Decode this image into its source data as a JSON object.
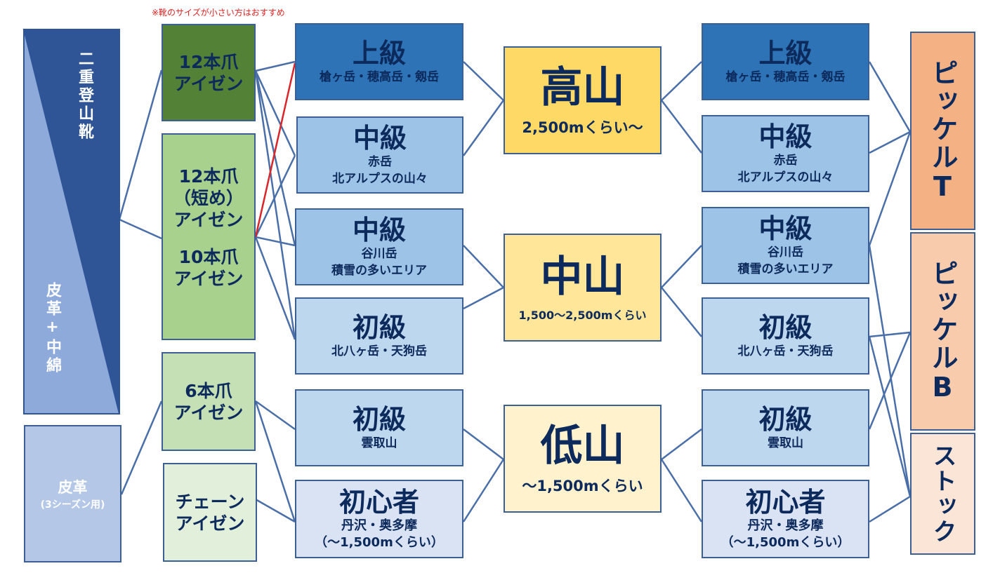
{
  "note": "※靴のサイズが小さい方はおすすめ",
  "boots": {
    "top": "二重登山靴",
    "bottom": "皮革+中綿",
    "leather": "皮革",
    "leather_sub": "(3シーズン用)"
  },
  "crampons": {
    "c12": "12本爪\nアイゼン",
    "c12short": "12本爪\n（短め）\nアイゼン",
    "c10": "10本爪\nアイゼン",
    "c6": "6本爪\nアイゼン",
    "chain": "チェーン\nアイゼン"
  },
  "routes_left": [
    {
      "level": "上級",
      "places": "槍ヶ岳・穂高岳・剱岳"
    },
    {
      "level": "中級",
      "places": "赤岳\n北アルプスの山々"
    },
    {
      "level": "中級",
      "places": "谷川岳\n積雪の多いエリア"
    },
    {
      "level": "初級",
      "places": "北八ヶ岳・天狗岳"
    },
    {
      "level": "初級",
      "places": "雲取山"
    },
    {
      "level": "初心者",
      "places": "丹沢・奥多摩\n（～1,500mくらい）"
    }
  ],
  "mountains": [
    {
      "name": "高山",
      "altitude": "2,500mくらい～"
    },
    {
      "name": "中山",
      "altitude": "1,500～2,500mくらい"
    },
    {
      "name": "低山",
      "altitude": "～1,500mくらい"
    }
  ],
  "routes_right": [
    {
      "level": "上級",
      "places": "槍ヶ岳・穂高岳・剱岳"
    },
    {
      "level": "中級",
      "places": "赤岳\n北アルプスの山々"
    },
    {
      "level": "中級",
      "places": "谷川岳\n積雪の多いエリア"
    },
    {
      "level": "初級",
      "places": "北八ヶ岳・天狗岳"
    },
    {
      "level": "初級",
      "places": "雲取山"
    },
    {
      "level": "初心者",
      "places": "丹沢・奥多摩\n（～1,500mくらい）"
    }
  ],
  "tools": {
    "axe_t": "ピッケルT",
    "axe_b": "ピッケルB",
    "stock": "ストック"
  },
  "colors": {
    "line": "#4a6fa8",
    "red_line": "#d9262a",
    "dark_blue": "#2f5597",
    "blue_advanced": "#2e73b6",
    "light_blue": "#9dc3e6",
    "pale_blue": "#bdd7ee",
    "lavender": "#dae3f3",
    "dark_green": "#538135",
    "light_green": "#a9d18e",
    "pale_green": "#c5e0b4",
    "paler_green": "#e2efda",
    "gold": "#ffd966",
    "light_gold": "#ffe699",
    "pale_gold": "#fff2cc",
    "orange": "#f4b183",
    "peach": "#f8cbad",
    "pale_peach": "#fbe5d6"
  }
}
